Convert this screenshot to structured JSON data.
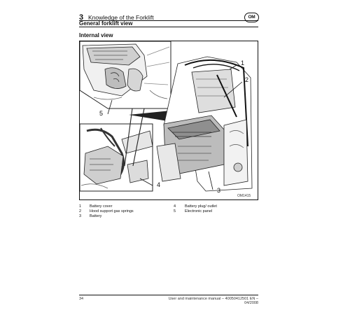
{
  "header": {
    "chapter_number": "3",
    "chapter_title": "Knowledge of the Forklift",
    "section_title": "General forklift view",
    "logo_text": "OM"
  },
  "figure": {
    "heading": "Internal view",
    "code": "OM1415",
    "callouts": [
      "1",
      "2",
      "3",
      "4",
      "5"
    ]
  },
  "legend": [
    {
      "num": "1",
      "text": "Battery cover"
    },
    {
      "num": "2",
      "text": "Hood support gas springs"
    },
    {
      "num": "3",
      "text": "Battery"
    },
    {
      "num": "4",
      "text": "Battery plug/ outlet"
    },
    {
      "num": "5",
      "text": "Electronic panel"
    }
  ],
  "footer": {
    "page": "34",
    "manual": "User and maintenance manual – 40050412501 EN – 04/2008"
  }
}
